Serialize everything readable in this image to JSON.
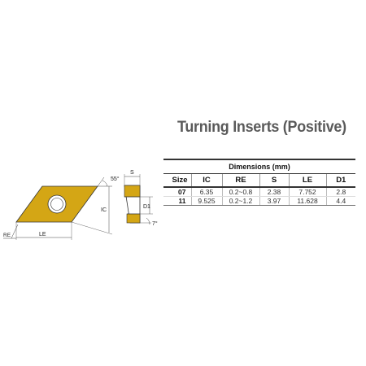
{
  "title": "Turning Inserts (Positive)",
  "table": {
    "caption": "Dimensions (mm)",
    "columns": [
      "Size",
      "IC",
      "RE",
      "S",
      "LE",
      "D1"
    ],
    "rows": [
      [
        "07",
        "6.35",
        "0.2~0.8",
        "2.38",
        "7.752",
        "2.8"
      ],
      [
        "11",
        "9.525",
        "0.2~1.2",
        "3.97",
        "11.628",
        "4.4"
      ]
    ]
  },
  "drawing": {
    "angle_tip": "55°",
    "angle_side": "7°",
    "label_ic": "IC",
    "label_le": "LE",
    "label_re": "RE",
    "label_s": "S",
    "label_d": "D1",
    "insert_color": "#d4a615",
    "hole_color": "#ffffff"
  }
}
